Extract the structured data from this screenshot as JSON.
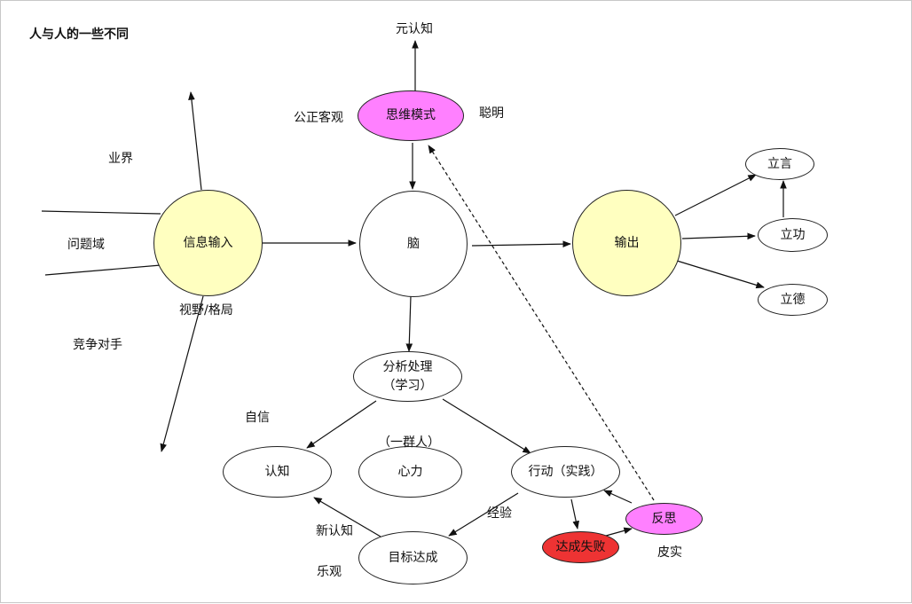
{
  "title": "人与人的一些不同",
  "nodes": {
    "info_input": "信息输入",
    "brain": "脑",
    "output": "输出",
    "thinking_mode": "思维模式",
    "analysis_l1": "分析处理",
    "analysis_l2": "（学习）",
    "cognition": "认知",
    "mind_power": "心力",
    "action": "行动（实践）",
    "goal": "目标达成",
    "fail": "达成失败",
    "reflect": "反思",
    "li_yan": "立言",
    "li_gong": "立功",
    "li_de": "立德"
  },
  "labels": {
    "meta_cognition": "元认知",
    "fair": "公正客观",
    "smart": "聪明",
    "industry": "业界",
    "problem_domain": "问题域",
    "vision": "视野/格局",
    "competitor": "竞争对手",
    "confidence": "自信",
    "group": "（一群人）",
    "experience": "经验",
    "new_cognition": "新认知",
    "optimism": "乐观",
    "thick_skin": "皮实"
  },
  "colors": {
    "yellow_fill": "#ffffc0",
    "magenta_fill": "#ff80ff",
    "red_fill": "#ee3333",
    "white_fill": "#ffffff"
  }
}
